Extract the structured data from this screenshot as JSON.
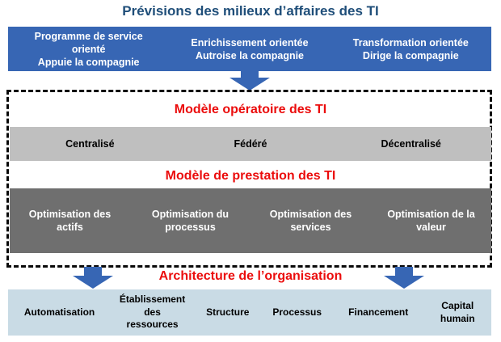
{
  "title": "Prévisions des milieux d’affaires des TI",
  "colors": {
    "title_blue": "#1F4E79",
    "bar_blue": "#3766B4",
    "red": "#EB0C0C",
    "light_gray": "#BFBFBF",
    "dark_gray": "#6F6F6F",
    "pale_blue": "#C9DBE5"
  },
  "forecast_bar": {
    "cells": [
      "Programme de service\norienté\nAppuie la compagnie",
      "Enrichissement orientée\nAutroise la compagnie",
      "Transformation orientée\nDirige la compagnie"
    ]
  },
  "operating_model": {
    "title": "Modèle opératoire des TI",
    "cells": [
      "Centralisé",
      "Fédéré",
      "Décentralisé"
    ]
  },
  "delivery_model": {
    "title": "Modèle de prestation des TI",
    "cells": [
      "Optimisation des\nactifs",
      "Optimisation du\nprocessus",
      "Optimisation des\nservices",
      "Optimisation de la\nvaleur"
    ]
  },
  "architecture": {
    "title": "Architecture de l’organisation",
    "cells": [
      "Automatisation",
      "Établissement\ndes\nressources",
      "Structure",
      "Processus",
      "Financement",
      "Capital\nhumain"
    ]
  }
}
